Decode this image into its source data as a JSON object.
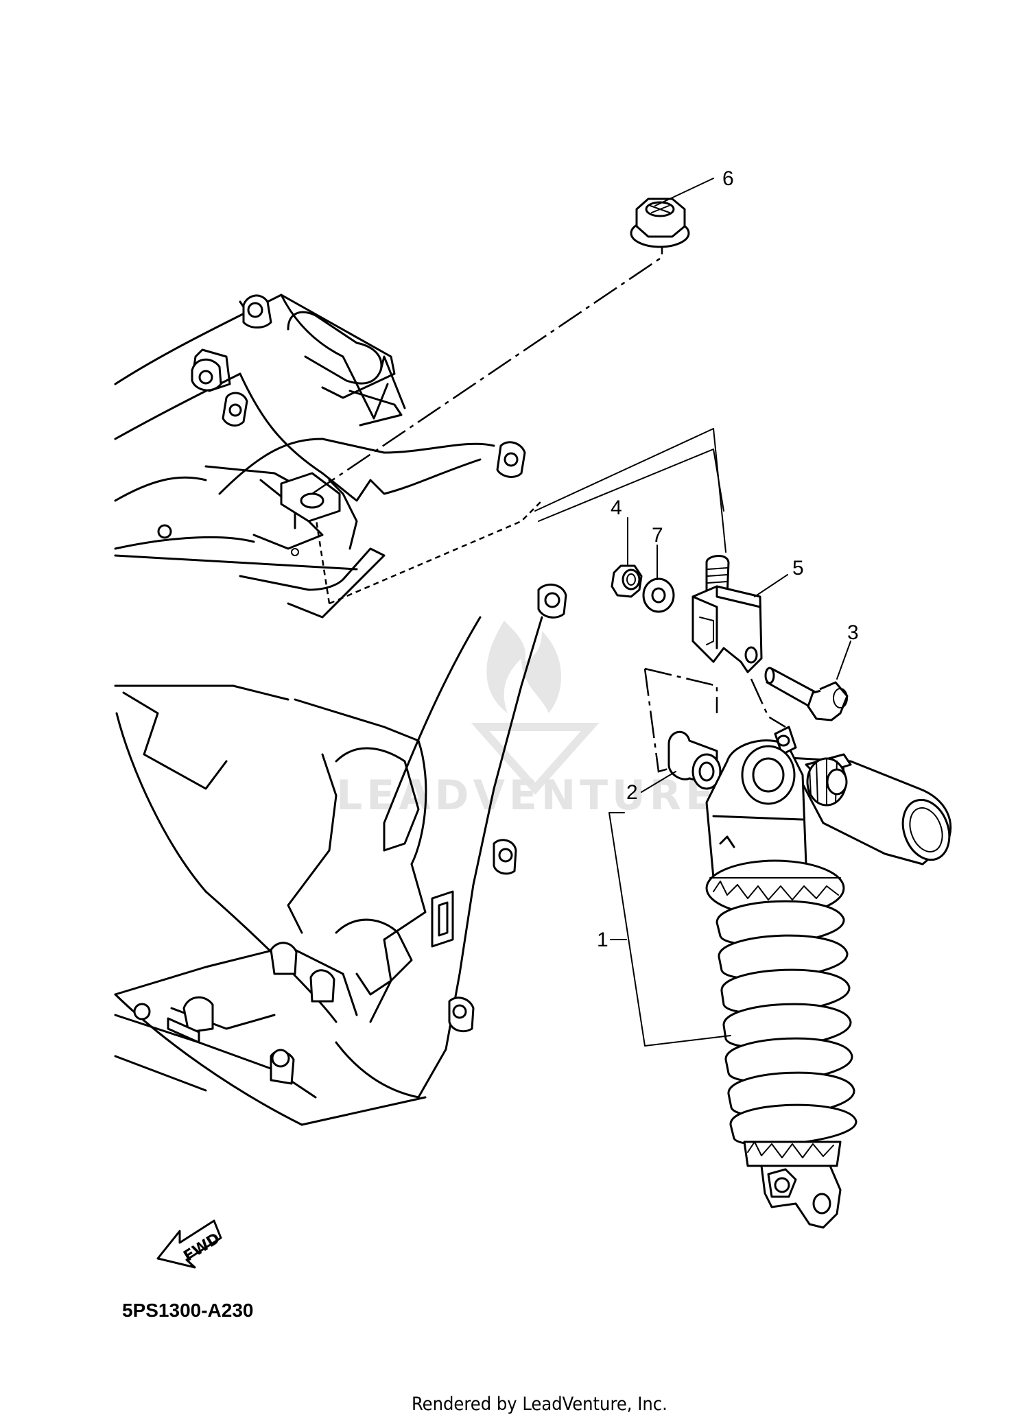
{
  "callouts": [
    {
      "id": "1",
      "label": "1"
    },
    {
      "id": "2",
      "label": "2"
    },
    {
      "id": "3",
      "label": "3"
    },
    {
      "id": "4",
      "label": "4"
    },
    {
      "id": "5",
      "label": "5"
    },
    {
      "id": "6",
      "label": "6"
    },
    {
      "id": "7",
      "label": "7"
    }
  ],
  "diagram_code": "5PS1300-A230",
  "direction_arrow": {
    "label": "FWD",
    "icon": "forward-arrow-icon"
  },
  "watermark": {
    "text": "LEADVENTURE",
    "icon": "leadventure-logo-icon"
  },
  "footer": {
    "text": "Rendered by LeadVenture, Inc."
  }
}
